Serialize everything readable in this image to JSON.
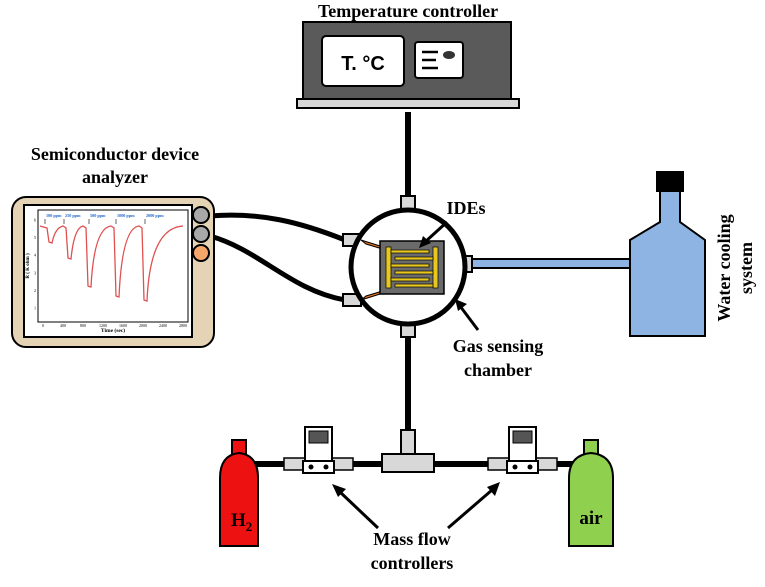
{
  "labels": {
    "temperature_controller": "Temperature controller",
    "semiconductor_line1": "Semiconductor device",
    "semiconductor_line2": "analyzer",
    "ides": "IDEs",
    "water_line1": "Water cooling",
    "water_line2": "system",
    "gas_line1": "Gas sensing",
    "gas_line2": "chamber",
    "mass_line1": "Mass flow",
    "mass_line2": "controllers",
    "h2_base": "H",
    "h2_sub": "2",
    "air": "air"
  },
  "controller_display": {
    "temp_text": "T. °C"
  },
  "analyzer_screen": {
    "xlabel": "Time (sec)",
    "ylabel": "R ( K ohm )",
    "annotations": [
      "100 ppm",
      "250 ppm",
      "500 ppm",
      "1000 ppm",
      "2000 ppm"
    ],
    "x_ticks": [
      "0",
      "400",
      "800",
      "1200",
      "1600",
      "2000",
      "2400",
      "2800"
    ],
    "y_ticks": [
      "1",
      "2",
      "3",
      "4",
      "5",
      "6"
    ]
  },
  "colors": {
    "h2_cylinder": "#ee1111",
    "air_cylinder": "#8fd14f",
    "water_bottle": "#8eb4e3",
    "analyzer_frame": "#e4d3b5",
    "curve": "#e05050",
    "annotation": "#1e64c8",
    "knob_orange": "#f5a66b",
    "controller_body": "#5a5a5a"
  }
}
